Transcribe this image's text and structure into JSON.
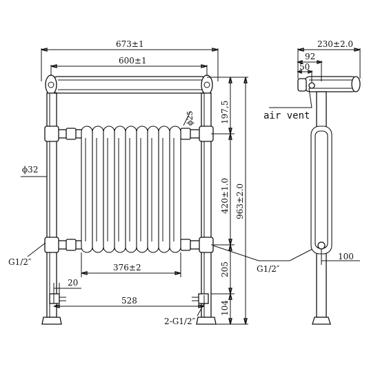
{
  "dimensions": {
    "overall_width": "673±1",
    "rail_length": "600±1",
    "rail_diameter": "ϕ25",
    "top_spacing": "197,5",
    "section_height": "420±1.0",
    "overall_height": "963±2.0",
    "leg_diameter": "ϕ32",
    "radiator_width": "376±2",
    "bottom_spacing": "205",
    "valve_offset": "20",
    "valve_centres": "528",
    "floor_height": "104",
    "side_depth": "230±2.0",
    "side_offset_92": "92",
    "side_offset_50": "50",
    "side_bottom": "100"
  },
  "labels": {
    "inlet_left": "G1/2″",
    "inlet_right": "G1/2″",
    "valve_connections": "2-G1/2″",
    "air_vent": "air vent"
  }
}
